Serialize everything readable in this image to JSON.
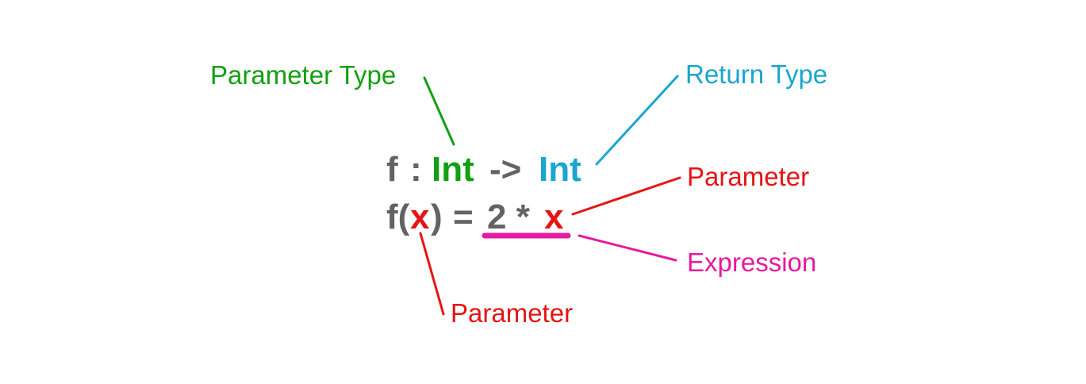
{
  "colors": {
    "background": "#ffffff",
    "code_gray": "#636363",
    "param_type_green": "#12a012",
    "return_type_blue": "#1aa6d0",
    "parameter_red": "#e61414",
    "expression_magenta": "#e41b9e"
  },
  "annotations": {
    "parameter_type": "Parameter Type",
    "return_type": "Return Type",
    "parameter_right": "Parameter",
    "expression": "Expression",
    "parameter_bottom": "Parameter"
  },
  "signature": {
    "name": "f",
    "colon": ":",
    "param_type": "Int",
    "arrow": "->",
    "return_type": "Int"
  },
  "definition": {
    "name": "f(",
    "param": "x",
    "close": ")",
    "equals": "=",
    "expr_left": "2 *",
    "expr_param": "x"
  }
}
